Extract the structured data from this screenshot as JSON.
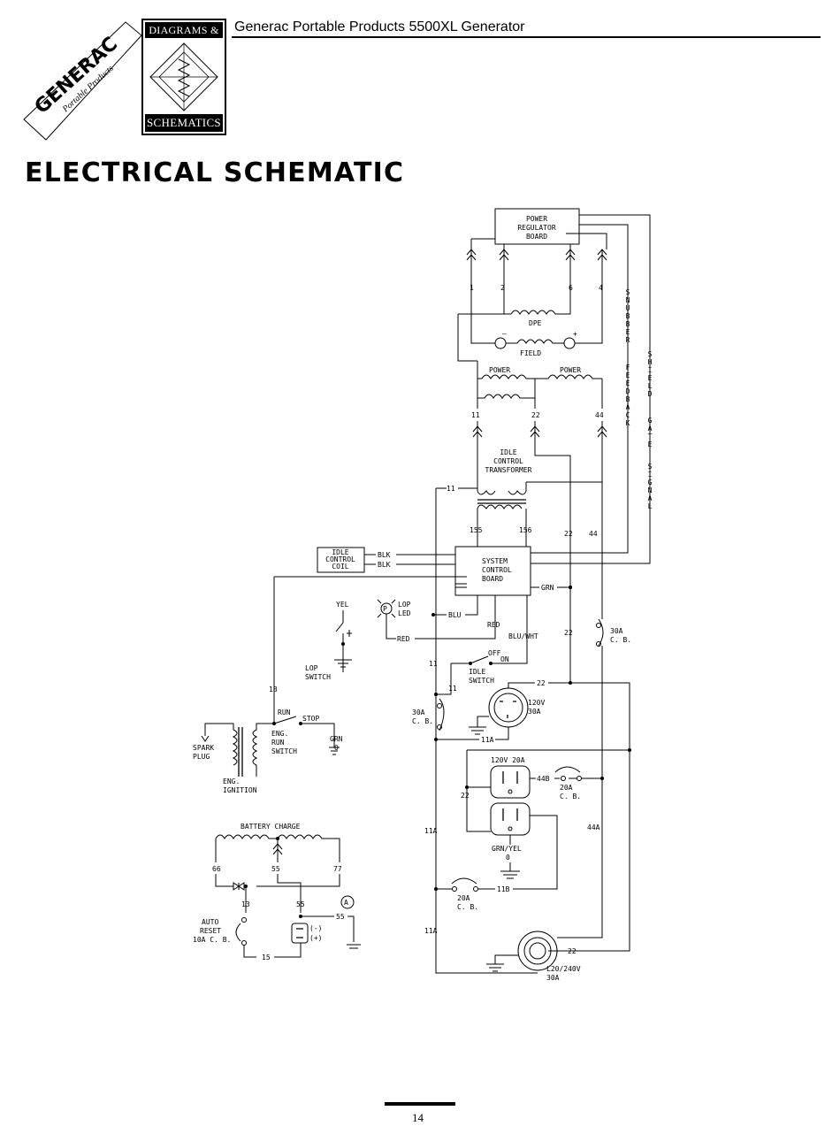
{
  "header": {
    "title": "Generac Portable Products 5500XL Generator",
    "badge_top": "DIAGRAMS &",
    "badge_bottom": "SCHEMATICS",
    "logo_brand": "GENERAC",
    "logo_sub": "Portable Products"
  },
  "page": {
    "heading": "ELECTRICAL SCHEMATIC",
    "number": "14"
  },
  "schematic": {
    "power_regulator": [
      "POWER",
      "REGULATOR",
      "BOARD"
    ],
    "reg_pins": [
      "1",
      "2",
      "6",
      "4"
    ],
    "dpe": "DPE",
    "field": "FIELD",
    "minus": "—",
    "plus": "+",
    "power_left": "POWER",
    "power_right": "POWER",
    "wire_11": "11",
    "wire_22": "22",
    "wire_44": "44",
    "idle_transformer": [
      "IDLE",
      "CONTROL",
      "TRANSFORMER"
    ],
    "wire_155": "155",
    "wire_156": "156",
    "vertical_snubber": "SNUBBER",
    "vertical_feedback": "FEEDBACK",
    "vertical_shield": "SHIELD",
    "vertical_gate": "GATE",
    "vertical_signal": "SIGNAL",
    "idle_coil": [
      "IDLE",
      "CONTROL",
      "COIL"
    ],
    "blk": "BLK",
    "system_control": [
      "SYSTEM",
      "CONTROL",
      "BOARD"
    ],
    "grn": "GRN",
    "yel": "YEL",
    "lop_led": [
      "LOP",
      "LED"
    ],
    "blu": "BLU",
    "red": "RED",
    "blu_wht": "BLU/WHT",
    "lop_switch": [
      "LOP",
      "SWITCH"
    ],
    "off": "OFF",
    "on": "ON",
    "idle_switch": [
      "IDLE",
      "SWITCH"
    ],
    "cb_30a": [
      "30A",
      "C. B."
    ],
    "wire_18": "18",
    "run": "RUN",
    "stop": "STOP",
    "eng_run_switch": [
      "ENG.",
      "RUN",
      "SWITCH"
    ],
    "grn_0": [
      "GRN",
      "0"
    ],
    "spark_plug": [
      "SPARK",
      "PLUG"
    ],
    "eng_ignition": [
      "ENG.",
      "IGNITION"
    ],
    "receptacle_120v": [
      "120V",
      "30A"
    ],
    "wire_11a": "11A",
    "duplex": "120V 20A",
    "wire_44b": "44B",
    "cb_20a": [
      "20A",
      "C. B."
    ],
    "wire_44a": "44A",
    "grn_yel": [
      "GRN/YEL",
      "0"
    ],
    "wire_11b": "11B",
    "battery_charge": "BATTERY CHARGE",
    "wire_66": "66",
    "wire_55": "55",
    "wire_77": "77",
    "wire_13": "13",
    "ammeter": "A",
    "auto_reset": [
      "AUTO",
      "RESET",
      "10A C. B."
    ],
    "batt_minus": "(-)",
    "batt_plus": "(+)",
    "wire_15": "15",
    "receptacle_240v": [
      "L20/240V",
      "30A"
    ]
  }
}
